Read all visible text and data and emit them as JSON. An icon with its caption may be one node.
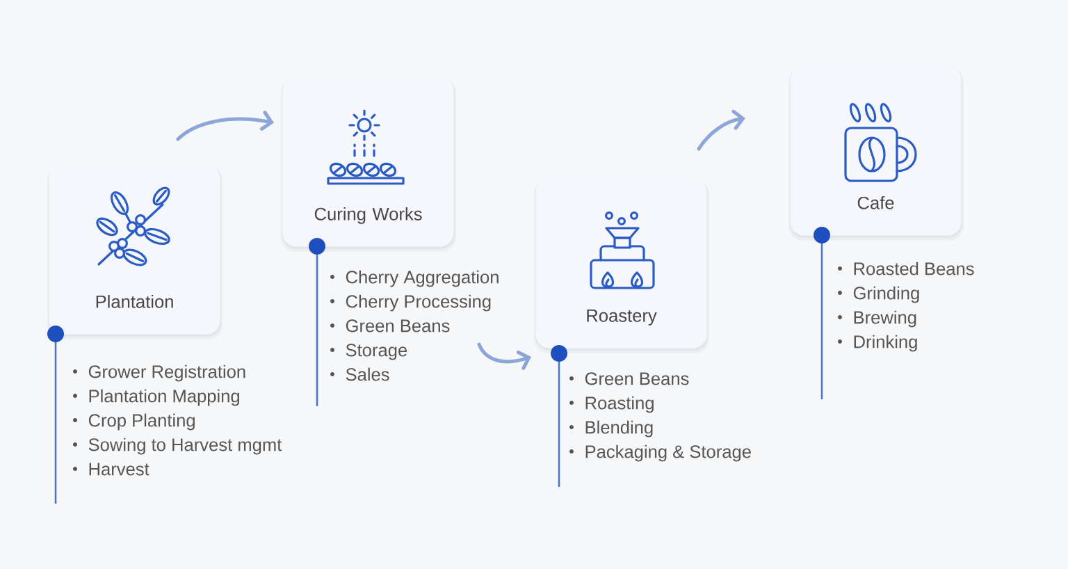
{
  "diagram": {
    "nodes": [
      {
        "text": [
          "Plantation"
        ],
        "beside": [
          "Grower Registration",
          "Plantation Mapping",
          "Crop Planting",
          "Sowing to Harvest mgmt",
          "Harvest"
        ]
      },
      {
        "text": [
          "Curing Works"
        ],
        "beside": [
          "Cherry Aggregation",
          "Cherry Processing",
          "Green Beans",
          "Storage",
          "Sales"
        ]
      },
      {
        "text": [
          "Roastery"
        ],
        "beside": [
          "Green Beans",
          "Roasting",
          "Blending",
          "Packaging & Storage"
        ]
      },
      {
        "text": [
          "Cafe"
        ],
        "beside": [
          "Roasted Beans",
          "Grinding",
          "Brewing",
          "Drinking"
        ]
      }
    ],
    "edges": [
      {
        "from": 0,
        "to": 1,
        "arrow": "to"
      },
      {
        "from": 1,
        "to": 2,
        "arrow": "to"
      },
      {
        "from": 2,
        "to": 3,
        "arrow": "to"
      }
    ]
  }
}
